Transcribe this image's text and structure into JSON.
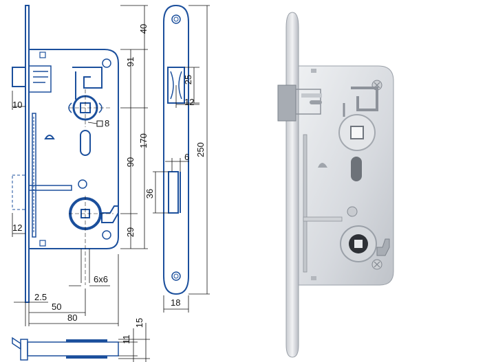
{
  "diagram": {
    "dimensions": {
      "top_faceplate_to_case": "40",
      "case_height": "170",
      "total_height": "250",
      "top_to_handle": "91",
      "handle_to_key": "90",
      "key_to_case_bottom": "29",
      "latch_height": "25",
      "latch_offset": "12",
      "bolt_thickness": "6",
      "bolt_height": "36",
      "faceplate_width": "18",
      "latch_projection": "10",
      "bolt_projection": "12",
      "spindle_square": "8",
      "key_square": "6x6",
      "faceplate_thickness": "2.5",
      "backset": "50",
      "case_width": "80",
      "case_depth": "11",
      "total_depth": "15"
    },
    "colors": {
      "outline": "#1b4f9c",
      "dimension_lines": "#111111"
    }
  }
}
